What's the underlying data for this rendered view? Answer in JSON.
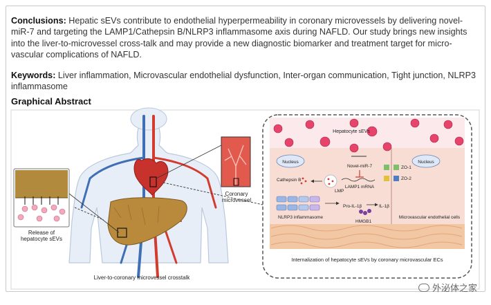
{
  "conclusions": {
    "label": "Conclusions:",
    "text": "Hepatic sEVs contribute to endothelial hyperpermeability in coronary microvessels by delivering novel-miR-7 and targeting the LAMP1/Cathepsin B/NLRP3 inflammasome axis during NAFLD. Our study brings new insights into the liver-to-microvessel cross-talk and may provide a new diagnostic biomarker and treatment target for micro-vascular complications of NAFLD."
  },
  "keywords": {
    "label": "Keywords:",
    "text": "Liver inflammation, Microvascular endothelial dysfunction, Inter-organ communication, Tight junction, NLRP3 inflammasome"
  },
  "graphical_abstract": {
    "heading": "Graphical Abstract",
    "release_label_1": "Release of",
    "release_label_2": "hepatocyte sEVs",
    "coronary_label_1": "Coronary",
    "coronary_label_2": "microvessel",
    "crosstalk_label": "Liver-to-coronary microvessel crosstalk",
    "panel": {
      "hepatocyte_sevs": "Hepatocyte sEVs",
      "nucleus_left": "Nucleus",
      "nucleus_right": "Nucleus",
      "novel_mir7": "Novel-miR-7",
      "zo1": "ZO-1",
      "zo2": "ZO-2",
      "cathepsin_b": "Cathepsin B",
      "lmp": "LMP",
      "lamp1_mrna": "LAMP1 mRNA",
      "pro_il1b": "Pro-IL-1β",
      "il1b": "IL-1β",
      "nlrp3": "NLRP3 inflammasome",
      "hmgb1": "HMGB1",
      "microvascular_ec": "Microvascular endothelial cells",
      "internalization": "Internalization of hepatocyte sEVs by coronary microvascular ECs"
    }
  },
  "watermark": "外泌体之家",
  "colors": {
    "liver": "#b98a3c",
    "artery": "#d23b2e",
    "vein": "#3f6fb5",
    "body_fill": "#e7eef7",
    "panel_top": "#fbe9ec",
    "panel_cell": "#f7ddd4"
  }
}
